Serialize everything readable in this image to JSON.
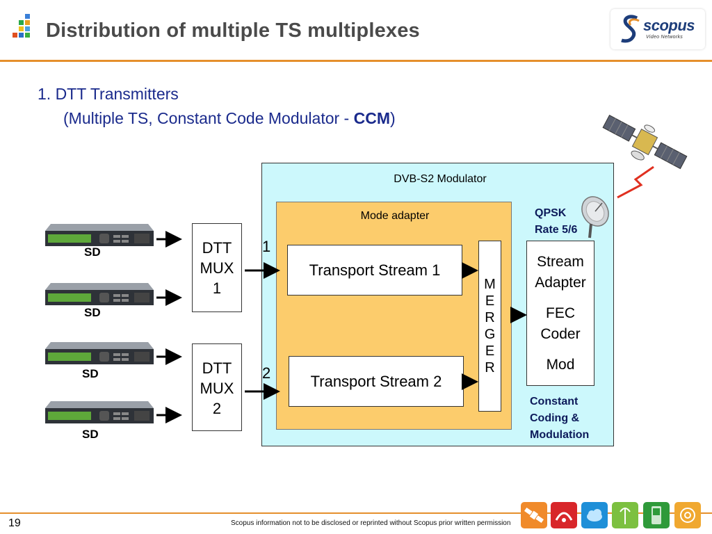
{
  "header": {
    "title": "Distribution of multiple TS multiplexes",
    "logo_text": "scopus",
    "logo_sub": "Video Networks"
  },
  "bullet": {
    "line1": "1.  DTT Transmitters",
    "line2_prefix": "(Multiple TS, Constant Code Modulator - ",
    "line2_bold": "CCM",
    "line2_suffix": ")"
  },
  "diagram": {
    "modulator_label": "DVB-S2 Modulator",
    "mode_adapter_label": "Mode adapter",
    "ts1": "Transport Stream 1",
    "ts2": "Transport Stream 2",
    "merger_letters": [
      "M",
      "E",
      "R",
      "G",
      "E",
      "R"
    ],
    "stream_lines": [
      "Stream",
      "Adapter",
      "FEC",
      "Coder",
      "Mod"
    ],
    "mux1": [
      "DTT",
      "MUX",
      "1"
    ],
    "mux2": [
      "DTT",
      "MUX",
      "2"
    ],
    "input1_num": "1",
    "input2_num": "2",
    "sd_labels": [
      "SD",
      "SD",
      "SD",
      "SD"
    ],
    "qpsk_lines": [
      "QPSK",
      "Rate 5/6"
    ],
    "ccm_lines": [
      "Constant",
      "Coding &",
      "Modulation"
    ]
  },
  "footer": {
    "page_number": "19",
    "disclaimer": "Scopus information not to be disclosed or reprinted without Scopus prior written permission",
    "icons": [
      "satellite-icon",
      "broadcast-icon",
      "cloud-icon",
      "antenna-icon",
      "mobile-phone-icon",
      "email-icon"
    ]
  },
  "colors": {
    "accent_orange": "#e58f2c",
    "modulator_bg": "#ccf8fc",
    "adapter_bg": "#fccc6c",
    "text_blue": "#1a2a8c"
  }
}
